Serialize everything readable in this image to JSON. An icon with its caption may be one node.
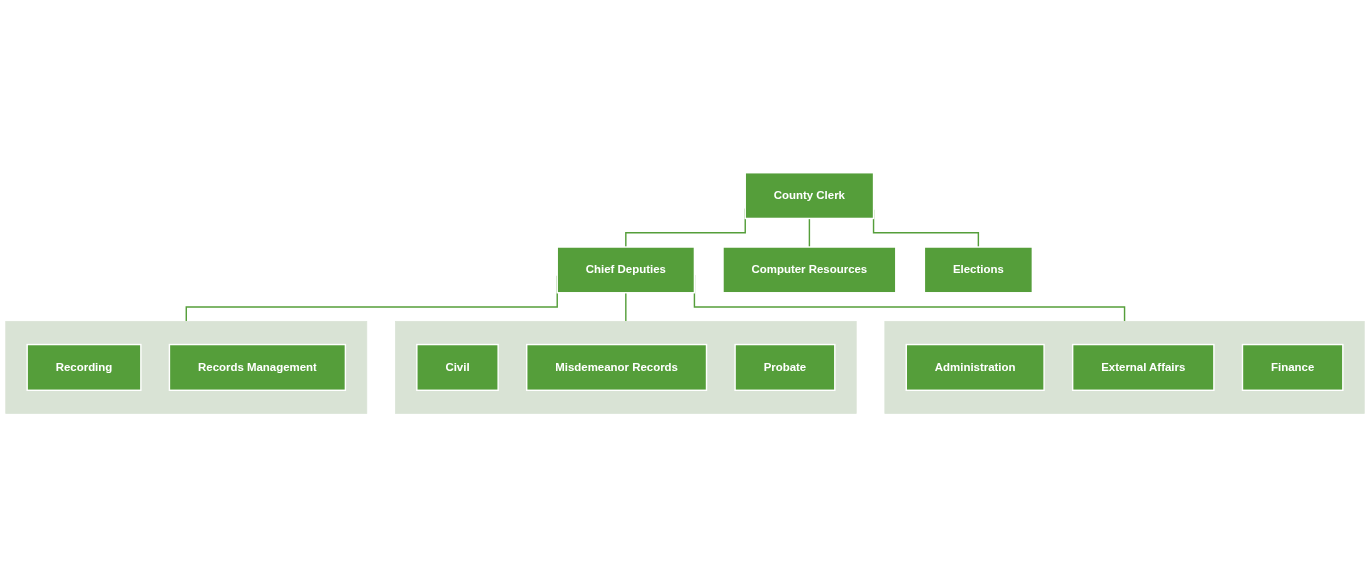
{
  "diagram": {
    "nodes": [
      {
        "text": [
          "County Clerk"
        ]
      },
      {
        "text": [
          "Chief Deputies"
        ]
      },
      {
        "text": [
          "Computer Resources"
        ]
      },
      {
        "text": [
          "Elections"
        ]
      },
      {
        "text": [],
        "shape": "box"
      },
      {
        "text": [
          "Recording"
        ],
        "in": 4
      },
      {
        "text": [
          "Records Management"
        ],
        "in": 4
      },
      {
        "text": [],
        "shape": "box"
      },
      {
        "text": [
          "Civil"
        ],
        "in": 7
      },
      {
        "text": [
          "Misdemeanor Records"
        ],
        "in": 7
      },
      {
        "text": [
          "Probate"
        ],
        "in": 7
      },
      {
        "text": [],
        "shape": "box"
      },
      {
        "text": [
          "Administration"
        ],
        "in": 11
      },
      {
        "text": [
          "External Affairs"
        ],
        "in": 11
      },
      {
        "text": [
          "Finance"
        ],
        "in": 11
      }
    ],
    "edges": [
      {
        "from": 0,
        "to": 1,
        "arrow": "none"
      },
      {
        "from": 0,
        "to": 2,
        "arrow": "none"
      },
      {
        "from": 0,
        "to": 3,
        "arrow": "none"
      },
      {
        "from": 1,
        "to": 4,
        "arrow": "none"
      },
      {
        "from": 1,
        "to": 7,
        "arrow": "none"
      },
      {
        "from": 1,
        "to": 11,
        "arrow": "none"
      }
    ]
  }
}
